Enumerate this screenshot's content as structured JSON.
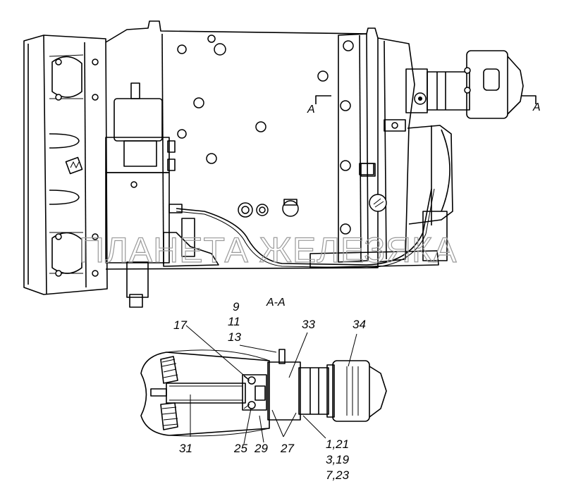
{
  "section": {
    "marker_left": "A",
    "marker_right": "A",
    "title": "A-A"
  },
  "watermark": "ПЛАНЕТА ЖЕЛЕЗЯКА",
  "callouts": {
    "c9": "9",
    "c11": "11",
    "c13": "13",
    "c17": "17",
    "c33": "33",
    "c34": "34",
    "c31": "31",
    "c25": "25",
    "c29": "29",
    "c27": "27",
    "c1_21": "1,21",
    "c3_19": "3,19",
    "c7_23": "7,23"
  }
}
